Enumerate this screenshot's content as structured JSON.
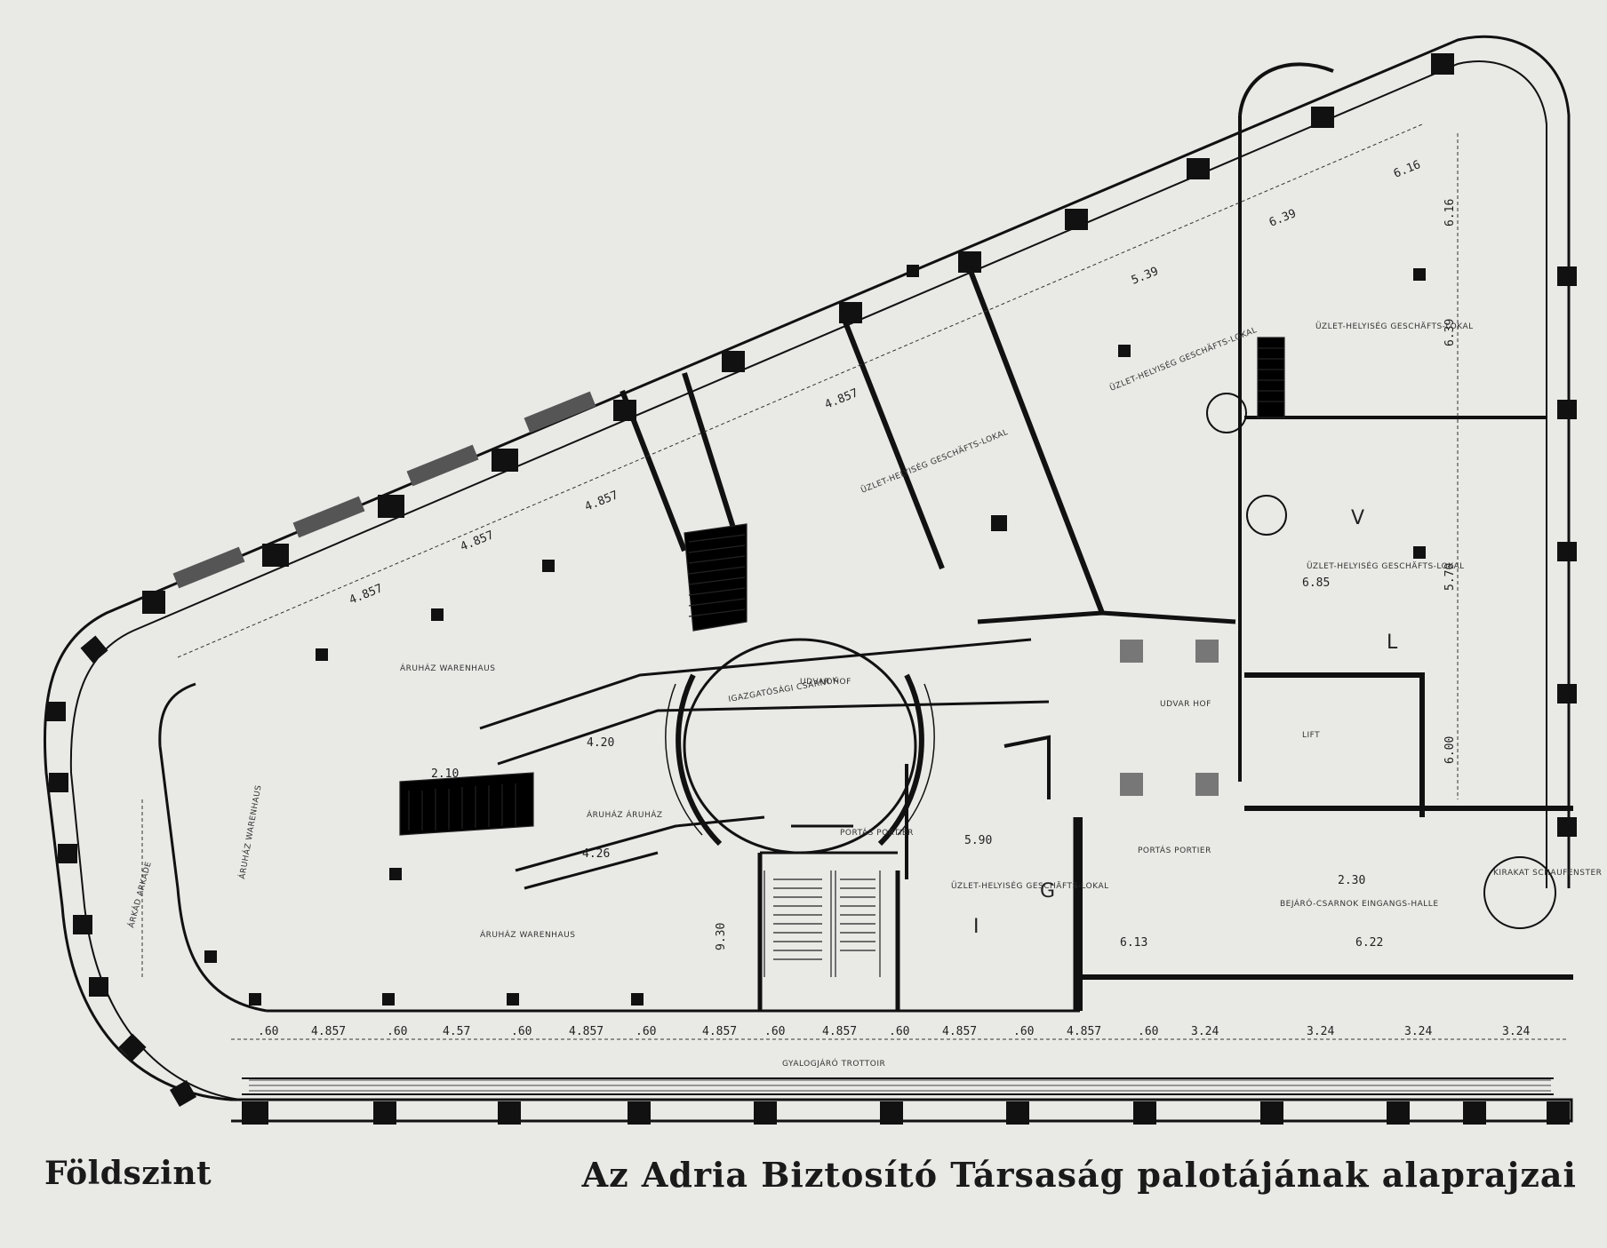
{
  "captions": {
    "left": "Földszint",
    "right": "Az Adria Biztosító Társaság palotájának alaprajzai"
  },
  "plan": {
    "dimensions_north": [
      "4.857",
      "4.857",
      "4.857",
      "4.857",
      "5.39",
      "6.39",
      "6.16"
    ],
    "dimensions_south": [
      ".60",
      "4.857",
      ".60",
      "4.57",
      ".60",
      "4.857",
      ".60",
      "4.857",
      ".60",
      "4.857",
      ".60",
      "4.857",
      ".60",
      "4.857",
      ".60",
      "3.24",
      "3.24",
      "3.24",
      "3.24"
    ],
    "dimensions_east": [
      "6.16",
      "6.39",
      "5.70",
      "6.00",
      "6.85"
    ],
    "dimensions_interior": [
      "2.10",
      "4.20",
      "4.26",
      "5.90",
      "6.13",
      "6.22",
      "9.30",
      "2.30"
    ],
    "room_labels": [
      "ÁRUHÁZ ÁRUHÁZ",
      "ÁRUHÁZ WARENHAUS",
      "ÁRUHÁZ WARENHAUS",
      "ÜZLET-HELYISÉG GESCHÄFTS-LOKAL",
      "ÜZLET-HELYISÉG GESCHÄFTS-LOKAL",
      "ÜZLET-HELYISÉG GESCHÄFTS-LOKAL",
      "ÁRUHÁZ WARENHAUS",
      "ÜZLET-HELYISÉG GESCHÄFTS-LOKAL",
      "ÜZLET-HELYISÉG GESCHÄFTS-LOKAL",
      "UDVAR HOF",
      "IGAZGATÓSÁGI CSARNOK",
      "PORTÁS PORTIER",
      "PORTÁS PORTIER",
      "BEJÁRÓ-CSARNOK EINGANGS-HALLE",
      "KIRAKAT SCHAUFENSTER",
      "LIFT",
      "UDVAR HOF",
      "ÁRKÁD ARKADE",
      "GYALOGJÁRÓ TROTTOIR"
    ],
    "room_letters": [
      "G",
      "I",
      "L",
      "V"
    ]
  }
}
